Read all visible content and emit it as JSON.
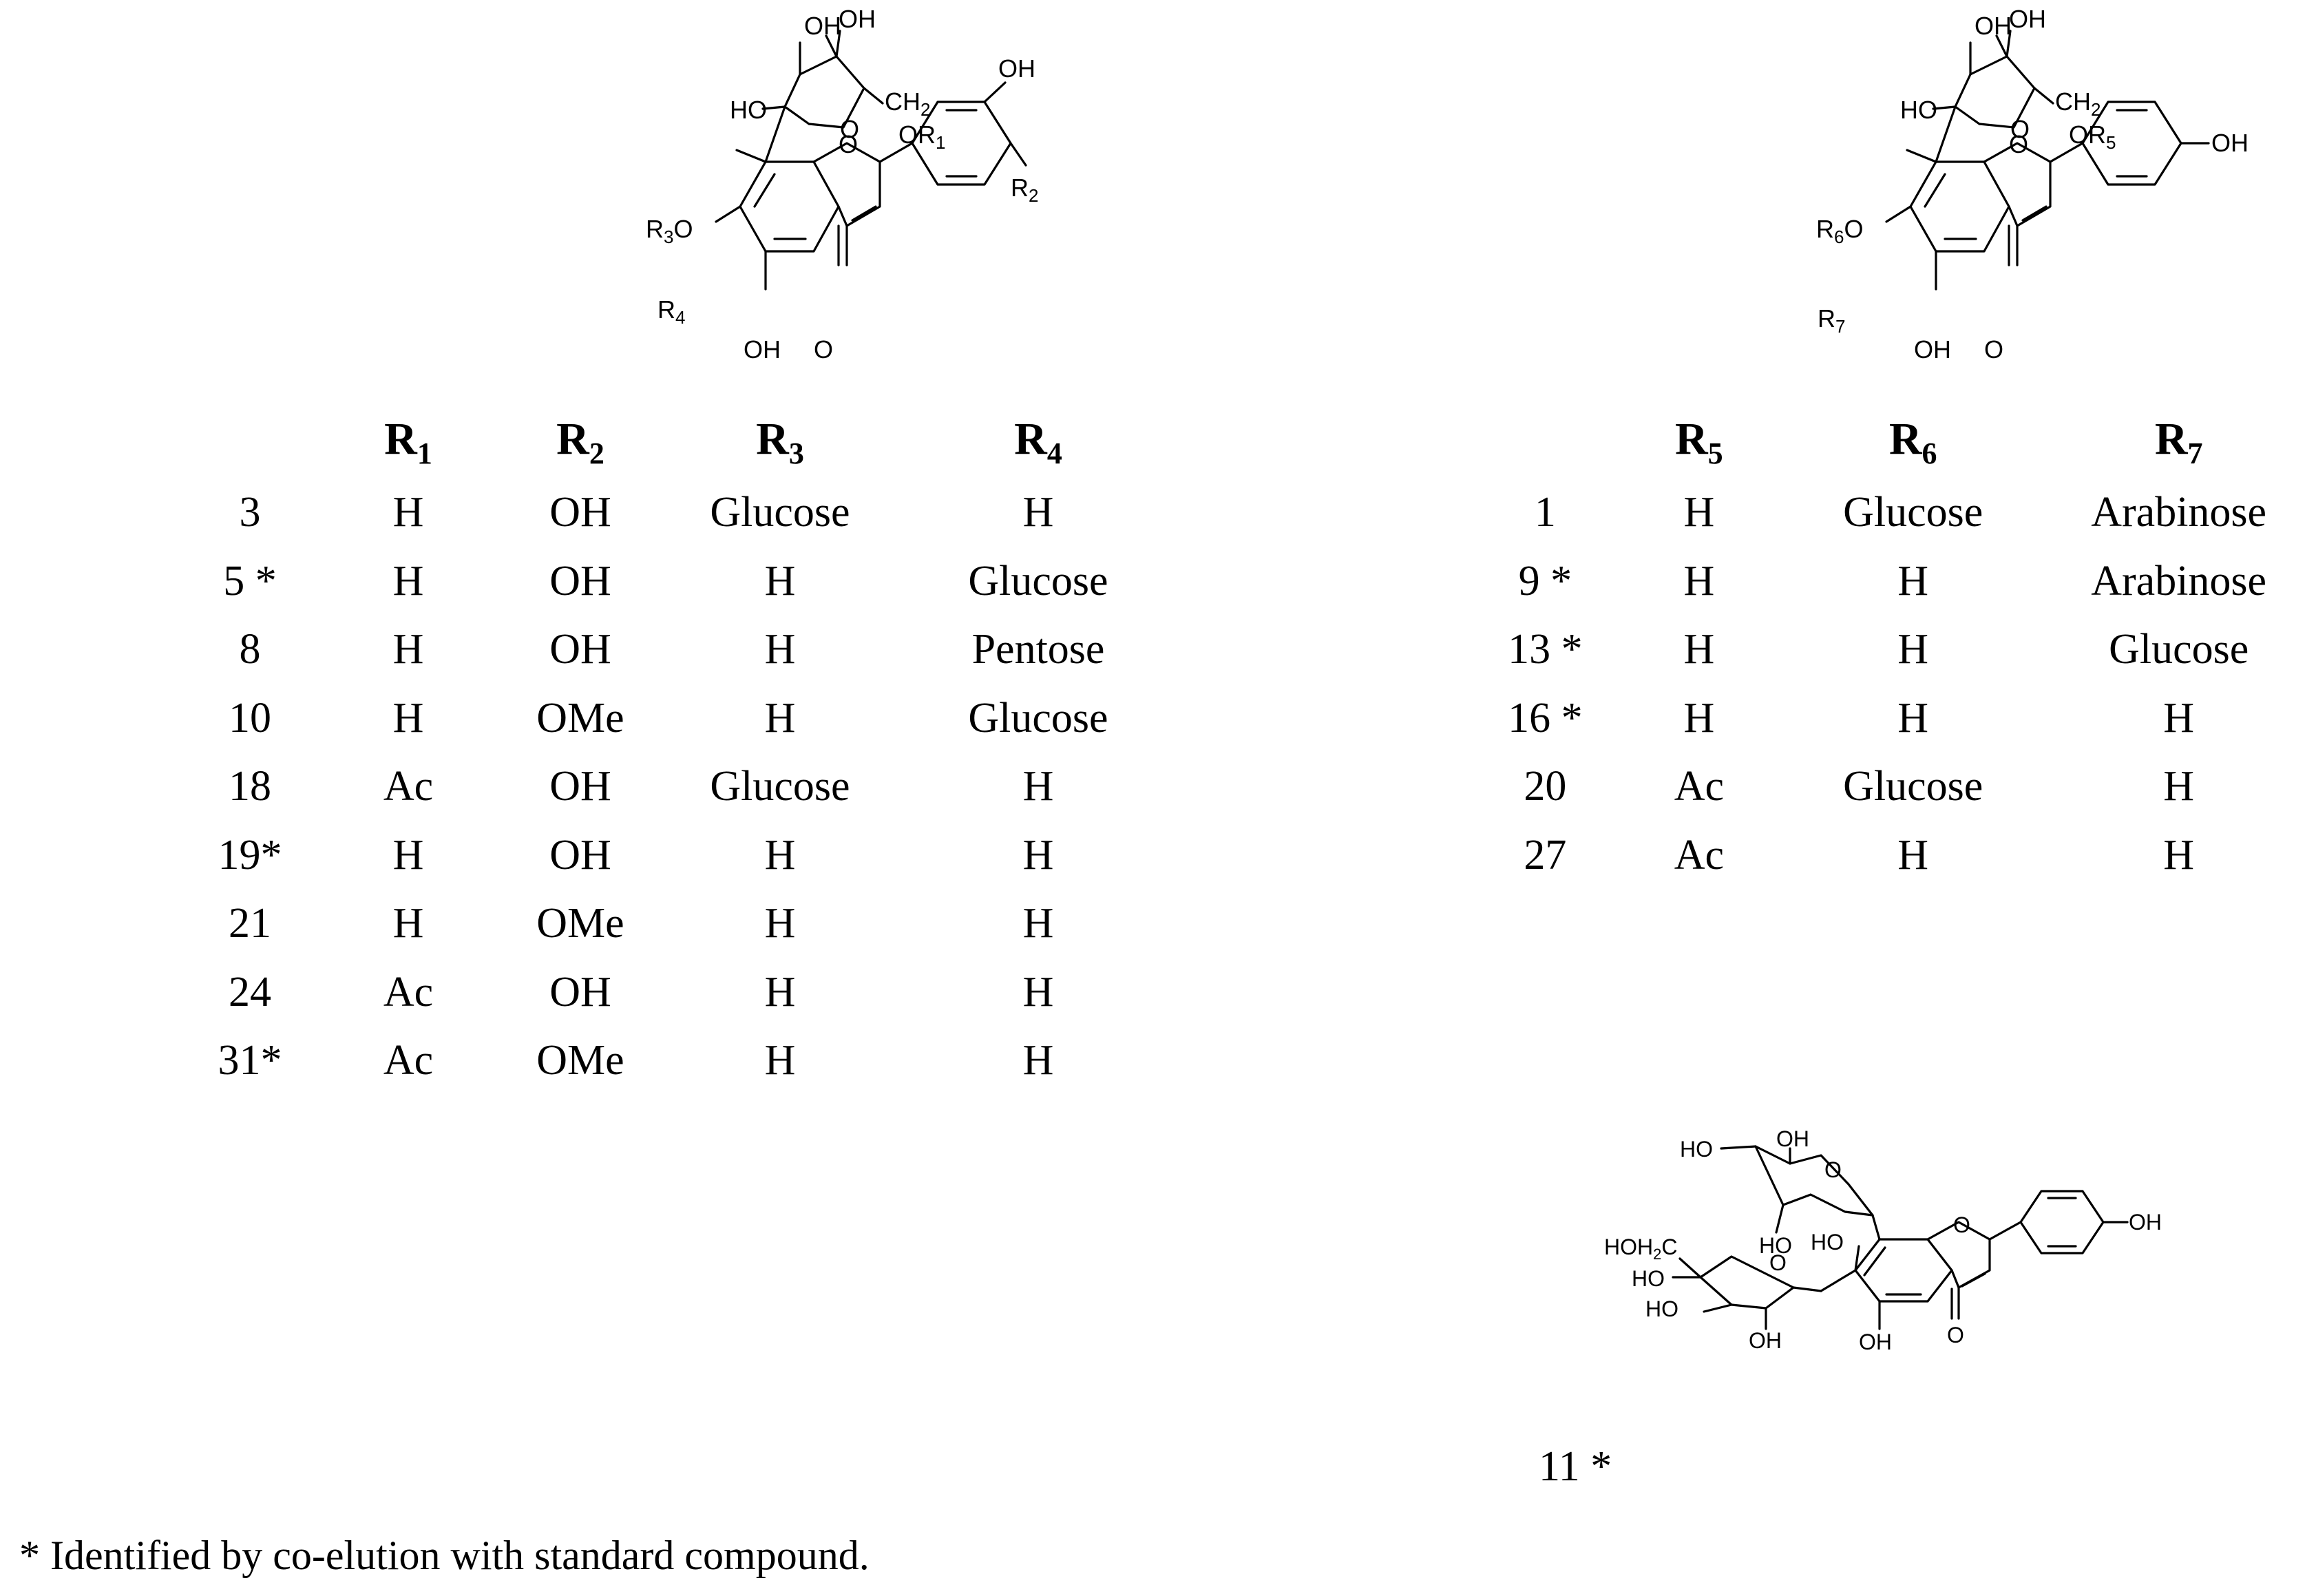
{
  "left_structure": {
    "labels": {
      "oh_top_a": "OH",
      "oh_top_b": "OH",
      "ho_sugar": "HO",
      "ch2": "CH",
      "ch2_sub": "2",
      "or1": "OR",
      "or1_sub": "1",
      "ring_o": "O",
      "r3o": "R",
      "r3o_sub": "3",
      "r3o_o": "O",
      "chromone_o": "O",
      "r2": "R",
      "r2_sub": "2",
      "oh_ring": "OH",
      "r4": "R",
      "r4_sub": "4",
      "oh_5": "OH",
      "keto_o": "O"
    }
  },
  "right_structure": {
    "labels": {
      "oh_top_a": "OH",
      "oh_top_b": "OH",
      "ho_sugar": "HO",
      "ch2": "CH",
      "ch2_sub": "2",
      "or5": "OR",
      "or5_sub": "5",
      "ring_o": "O",
      "r6o": "R",
      "r6o_sub": "6",
      "r6o_o": "O",
      "chromone_o": "O",
      "oh_para": "OH",
      "r7": "R",
      "r7_sub": "7",
      "oh_5": "OH",
      "keto_o": "O"
    }
  },
  "compound11_structure": {
    "labels": {
      "ho_a": "HO",
      "oh_a": "OH",
      "ara_o": "O",
      "ho_b": "HO",
      "hoh2c": "HOH",
      "hoh2c_sub": "2",
      "hoh2c_c": "C",
      "glc_o": "O",
      "ho_c": "HO",
      "ho_d": "HO",
      "oh_e": "OH",
      "ho_7": "HO",
      "chromone_o": "O",
      "oh_para": "OH",
      "oh_5": "OH",
      "keto_o": "O"
    }
  },
  "left_table": {
    "headers": [
      {
        "main": "R",
        "sub": "1"
      },
      {
        "main": "R",
        "sub": "2"
      },
      {
        "main": "R",
        "sub": "3"
      },
      {
        "main": "R",
        "sub": "4"
      }
    ],
    "rows": [
      [
        "3",
        "H",
        "OH",
        "Glucose",
        "H"
      ],
      [
        "5 *",
        "H",
        "OH",
        "H",
        "Glucose"
      ],
      [
        "8",
        "H",
        "OH",
        "H",
        "Pentose"
      ],
      [
        "10",
        "H",
        "OMe",
        "H",
        "Glucose"
      ],
      [
        "18",
        "Ac",
        "OH",
        "Glucose",
        "H"
      ],
      [
        "19*",
        "H",
        "OH",
        "H",
        "H"
      ],
      [
        "21",
        "H",
        "OMe",
        "H",
        "H"
      ],
      [
        "24",
        "Ac",
        "OH",
        "H",
        "H"
      ],
      [
        "31*",
        "Ac",
        "OMe",
        "H",
        "H"
      ]
    ]
  },
  "right_table": {
    "headers": [
      {
        "main": "R",
        "sub": "5"
      },
      {
        "main": "R",
        "sub": "6"
      },
      {
        "main": "R",
        "sub": "7"
      }
    ],
    "rows": [
      [
        "1",
        "H",
        "Glucose",
        "Arabinose"
      ],
      [
        "9 *",
        "H",
        "H",
        "Arabinose"
      ],
      [
        "13 *",
        "H",
        "H",
        "Glucose"
      ],
      [
        "16 *",
        "H",
        "H",
        "H"
      ],
      [
        "20",
        "Ac",
        "Glucose",
        "H"
      ],
      [
        "27",
        "Ac",
        "H",
        "H"
      ]
    ]
  },
  "compound11_label": "11 *",
  "footnote": "* Identified by co-elution with standard compound."
}
